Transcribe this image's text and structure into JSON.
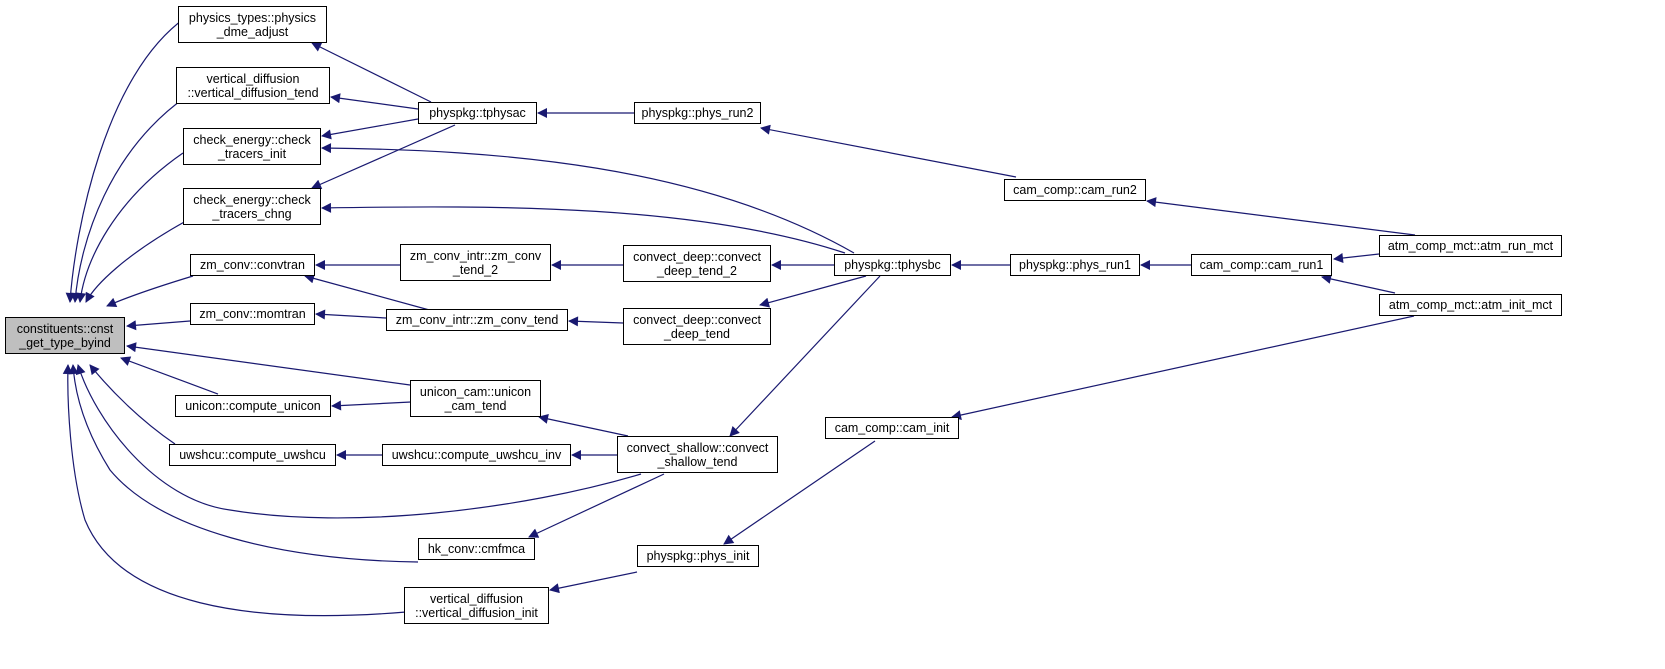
{
  "colors": {
    "edge": "#191970",
    "node_border": "#000000",
    "root_fill": "#bfbfbf"
  },
  "nodes": {
    "root": [
      "constituents::cnst",
      "_get_type_byind"
    ],
    "physics_types": [
      "physics_types::physics",
      "_dme_adjust"
    ],
    "vd_tend": [
      "vertical_diffusion",
      "::vertical_diffusion_tend"
    ],
    "ce_init": [
      "check_energy::check",
      "_tracers_init"
    ],
    "ce_chng": [
      "check_energy::check",
      "_tracers_chng"
    ],
    "zm_convtran": [
      "zm_conv::convtran"
    ],
    "zm_momtran": [
      "zm_conv::momtran"
    ],
    "unicon": [
      "unicon::compute_unicon"
    ],
    "uwshcu": [
      "uwshcu::compute_uwshcu"
    ],
    "hk": [
      "hk_conv::cmfmca"
    ],
    "vd_init": [
      "vertical_diffusion",
      "::vertical_diffusion_init"
    ],
    "tphysac": [
      "physpkg::tphysac"
    ],
    "zmi_tend2": [
      "zm_conv_intr::zm_conv",
      "_tend_2"
    ],
    "zmi_tend": [
      "zm_conv_intr::zm_conv_tend"
    ],
    "unicon_cam": [
      "unicon_cam::unicon",
      "_cam_tend"
    ],
    "uwshcu_inv": [
      "uwshcu::compute_uwshcu_inv"
    ],
    "phys_run2": [
      "physpkg::phys_run2"
    ],
    "cd_tend2": [
      "convect_deep::convect",
      "_deep_tend_2"
    ],
    "cd_tend": [
      "convect_deep::convect",
      "_deep_tend"
    ],
    "cs_tend": [
      "convect_shallow::convect",
      "_shallow_tend"
    ],
    "phys_init": [
      "physpkg::phys_init"
    ],
    "tphysbc": [
      "physpkg::tphysbc"
    ],
    "cam_init": [
      "cam_comp::cam_init"
    ],
    "cam_run2": [
      "cam_comp::cam_run2"
    ],
    "phys_run1": [
      "physpkg::phys_run1"
    ],
    "cam_run1": [
      "cam_comp::cam_run1"
    ],
    "atm_run": [
      "atm_comp_mct::atm_run_mct"
    ],
    "atm_init": [
      "atm_comp_mct::atm_init_mct"
    ]
  }
}
